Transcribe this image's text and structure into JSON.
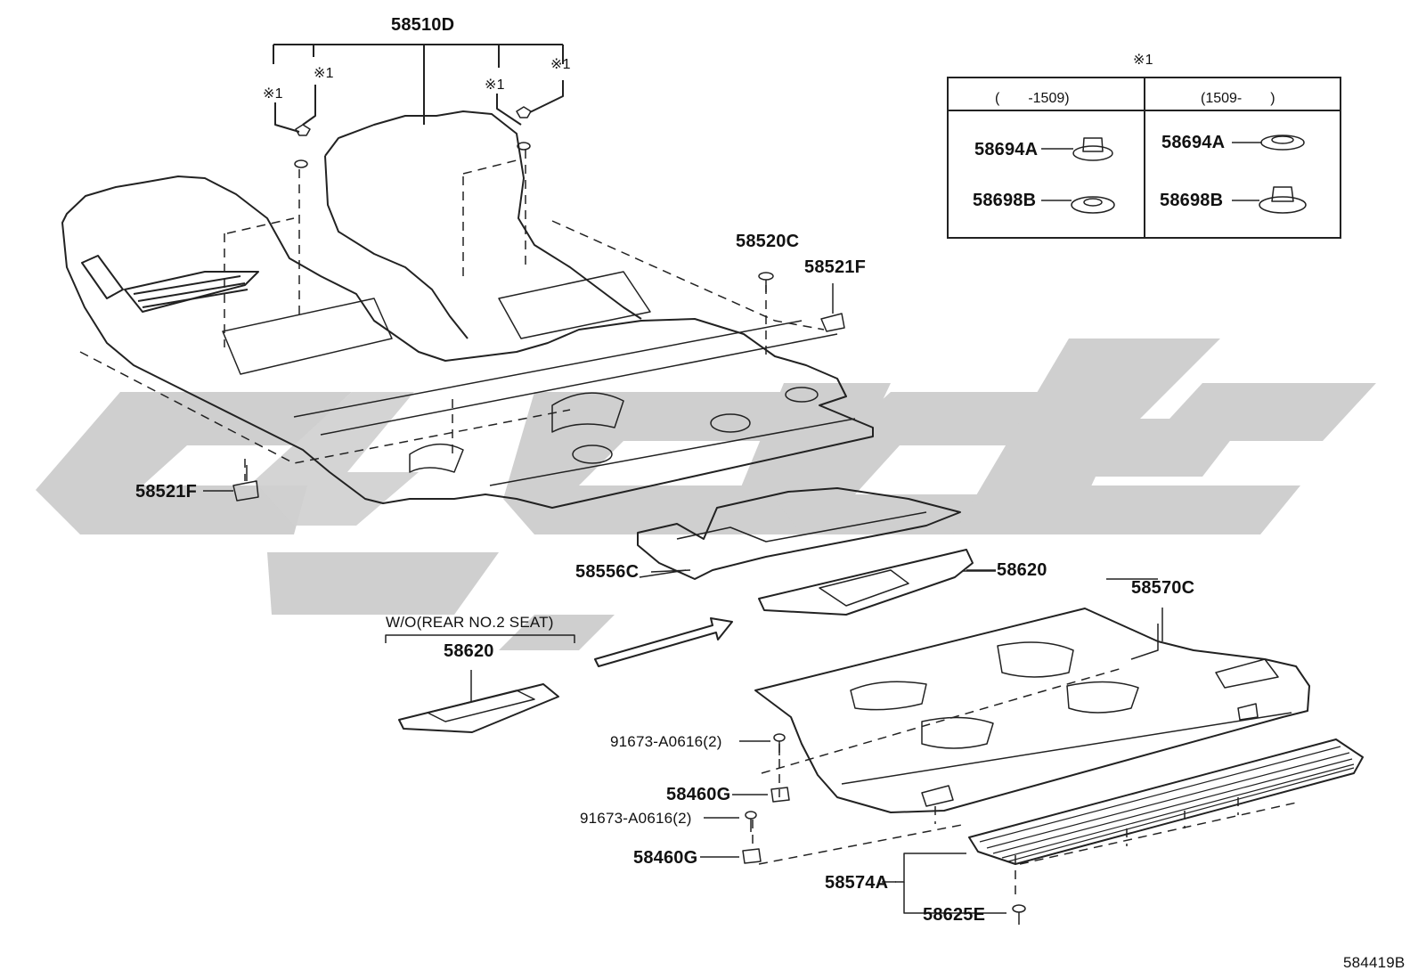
{
  "labels": {
    "floor_carpet": "58510D",
    "mark1_a": "※1",
    "mark1_b": "※1",
    "mark1_c": "※1",
    "mark1_d": "※1",
    "clip_58520c": "58520C",
    "bracket_58521f_top": "58521F",
    "bracket_58521f_left": "58521F",
    "mat_58556c": "58556C",
    "plate_58620_right": "58620",
    "plate_58620_left": "58620",
    "rear_cover_58570c": "58570C",
    "wo_rear_seat": "W/O(REAR NO.2 SEAT)",
    "bolt_1": "91673-A0616(2)",
    "bolt_2": "91673-A0616(2)",
    "nut_1": "58460G",
    "nut_2": "58460G",
    "scuff_58574a": "58574A",
    "screw_58625e": "58625E",
    "diagram_code": "584419B"
  },
  "legend": {
    "title": "※1",
    "col_left_header": "(　　-1509)",
    "col_right_header": "(1509-　　)",
    "left_top_part": "58694A",
    "left_bottom_part": "58698B",
    "right_top_part": "58694A",
    "right_bottom_part": "58698B"
  },
  "colors": {
    "line": "#222222",
    "watermark": "#cfcfcf"
  }
}
